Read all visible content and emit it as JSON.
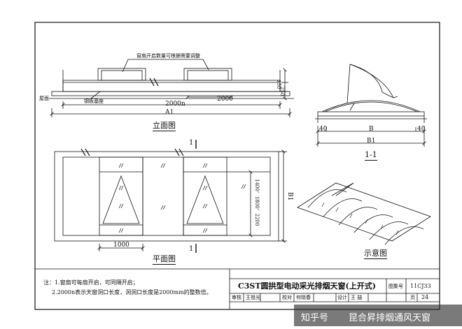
{
  "elevation": {
    "caption": "立面图",
    "note_top": "窗扇开启数量可根据需要调整",
    "label_base": "钢板基座",
    "label_roof": "屋面",
    "dim_2000n": "2000n",
    "dim_2000": "2000",
    "dim_a1": "A1",
    "dim_150": "150",
    "dim_250": "250"
  },
  "plan": {
    "caption": "平面图",
    "section_mark": "1",
    "dim_1000": "1000",
    "dim_sizes": "1400、1800、2200",
    "dim_b1": "B1"
  },
  "section": {
    "caption": "1-1",
    "dim_40_left": "40",
    "dim_b": "B",
    "dim_40_right": "40",
    "dim_b1": "B1"
  },
  "schematic": {
    "caption": "示意图"
  },
  "notes": {
    "line1": "注：1.窗扇可每扇开启，可同隔开启；",
    "line2": "2.2000n表示天窗洞口长度，洞洞口长度是2000mm的整数倍。"
  },
  "title_block": {
    "title": "C3ST圆拱型电动采光排烟天窗(上开式)",
    "atlas_label": "图集号",
    "atlas_no": "11CJ33",
    "review_label": "审核",
    "reviewer": "王祖光",
    "check_label": "校对",
    "checker": "何晓春",
    "design_label": "设计",
    "designer": "王 喆",
    "page_label": "页",
    "page_no": "24"
  },
  "watermark": {
    "brand": "知乎号",
    "text": "昆合昇排烟通风天窗"
  }
}
